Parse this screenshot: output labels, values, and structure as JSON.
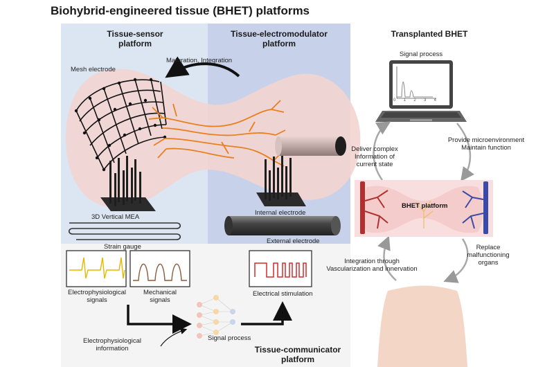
{
  "title": "Biohybrid-engineered tissue (BHET) platforms",
  "sensor_platform": {
    "title_line1": "Tissue-sensor",
    "title_line2": "platform",
    "mesh_label": "Mesh electrode",
    "mea_label": "3D Vertical MEA",
    "strain_label": "Strain gauge"
  },
  "electromodulator_platform": {
    "title_line1": "Tissue-electromodulator",
    "title_line2": "platform",
    "maturation_label": "Maturation, Integration",
    "internal_label": "Internal electrode",
    "external_label": "External electrode"
  },
  "communicator_platform": {
    "ephys_signals_line1": "Electrophysiological",
    "ephys_signals_line2": "signals",
    "mech_signals_line1": "Mechanical",
    "mech_signals_line2": "signals",
    "elec_stim_label": "Electrical stimulation",
    "signal_process_label": "Signal process",
    "ephys_info_line1": "Electrophysiological",
    "ephys_info_line2": "information",
    "title_line1": "Tissue-communicator",
    "title_line2": "platform"
  },
  "transplanted": {
    "title": "Transplanted BHET",
    "signal_process_label": "Signal process",
    "laptop_ticks": [
      "0",
      "1",
      "2",
      "3",
      "4"
    ],
    "deliver_line1": "Deliver complex",
    "deliver_line2": "Information of",
    "deliver_line3": "current state",
    "provide_line1": "Provide microenvironment",
    "provide_line2": "Maintain function",
    "bhet_platform_label": "BHET platform",
    "integration_line1": "Integration through",
    "integration_line2": "Vascularization and innervation",
    "replace_line1": "Replace",
    "replace_line2": "malfunctioning",
    "replace_line3": "organs"
  },
  "colors": {
    "sensor_bg": "#dce6f2",
    "modulator_bg": "#c7d2ea",
    "tissue_pink": "#f2d4d0",
    "neuron_orange": "#e8801f",
    "ephys_yellow": "#e6b800",
    "mech_brown": "#8a5a3c",
    "stim_red": "#d42a2a",
    "artery_red": "#b03030",
    "vein_blue": "#3a4aa8"
  }
}
